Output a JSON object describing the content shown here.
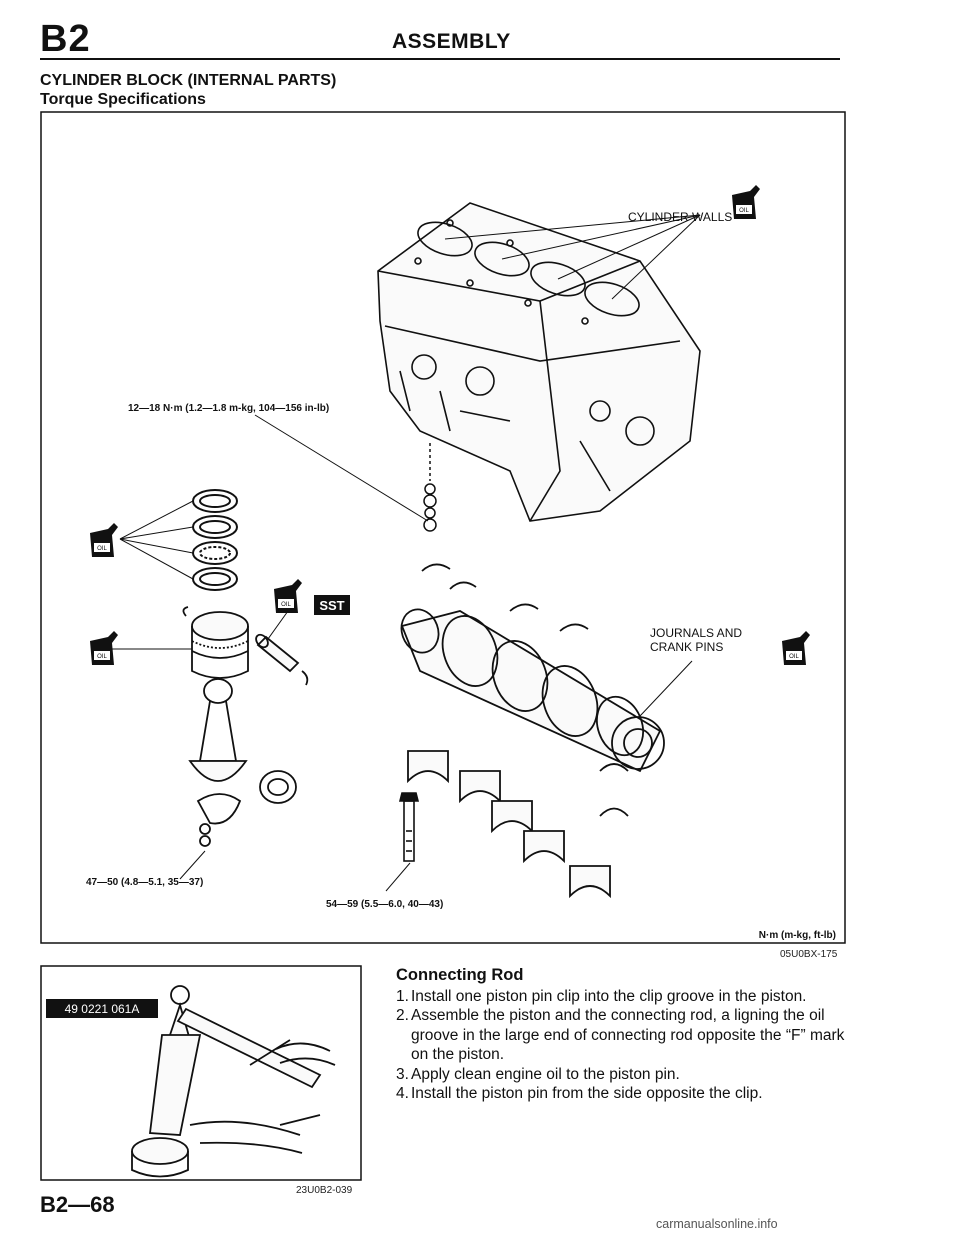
{
  "header": {
    "section_code": "B2",
    "title": "ASSEMBLY"
  },
  "section": {
    "title": "CYLINDER BLOCK (INTERNAL PARTS)",
    "subtitle": "Torque Specifications"
  },
  "figure_main": {
    "labels": {
      "cylinder_walls": "CYLINDER WALLS",
      "bearing_cap_torque": "12—18 N·m (1.2—1.8 m-kg, 104—156 in-lb)",
      "journals_line1": "JOURNALS AND",
      "journals_line2": "CRANK PINS",
      "rod_cap_torque": "47—50 (4.8—5.1, 35—37)",
      "main_cap_torque": "54—59 (5.5—6.0, 40—43)",
      "units": "N·m (m-kg, ft-lb)",
      "sst": "SST",
      "oil": "OIL"
    },
    "code": "05U0BX-175"
  },
  "figure_small": {
    "tool_number": "49 0221 061A",
    "code": "23U0B2-039"
  },
  "connecting_rod": {
    "heading": "Connecting Rod",
    "steps": [
      {
        "num": "1.",
        "text": "Install one piston pin clip into the clip groove in the piston."
      },
      {
        "num": "2.",
        "text": "Assemble the piston and the connecting rod, a ligning the oil groove in the large end of connecting rod opposite the “F” mark on the piston."
      },
      {
        "num": "3.",
        "text": "Apply clean engine oil to the piston pin."
      },
      {
        "num": "4.",
        "text": "Install the piston pin from the side opposite the clip."
      }
    ]
  },
  "footer": {
    "page_number": "B2—68",
    "watermark": "carmanualsonline.info"
  }
}
